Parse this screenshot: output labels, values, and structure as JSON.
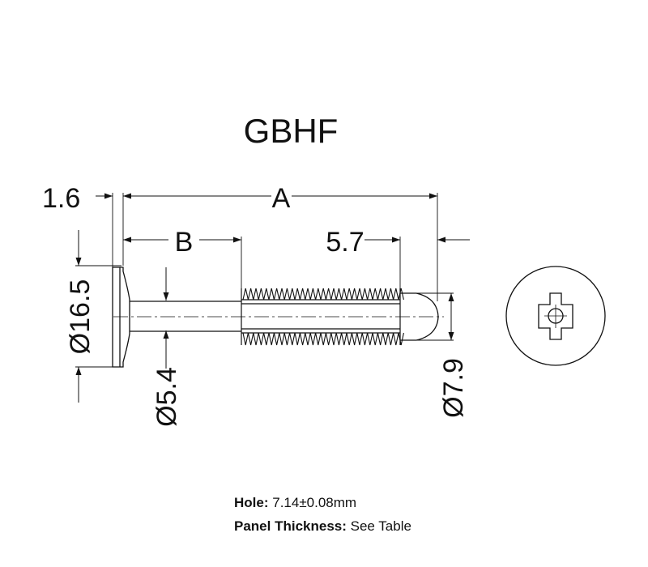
{
  "title": "GBHF",
  "dimensions": {
    "head_thickness": "1.6",
    "overall_length": "A",
    "shank_length": "B",
    "tip_length": "5.7",
    "head_diameter": "Ø16.5",
    "shank_diameter": "Ø5.4",
    "rib_diameter": "Ø7.9"
  },
  "specs": {
    "hole_label": "Hole:",
    "hole_value": "7.14±0.08mm",
    "panel_label": "Panel Thickness:",
    "panel_value": "See Table"
  }
}
